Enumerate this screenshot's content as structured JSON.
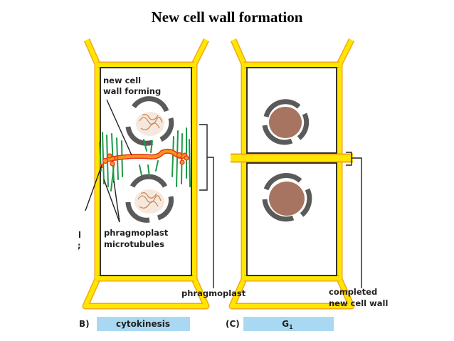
{
  "title": "New cell wall formation",
  "labels": {
    "new_cell_wall_forming_line1": "new cell",
    "new_cell_wall_forming_line2": "wall forming",
    "phragmoplast_microtubules_line1": "phragmoplast",
    "phragmoplast_microtubules_line2": "microtubules",
    "phragmoplast": "phragmoplast",
    "completed_new_cell_wall_line1": "completed",
    "completed_new_cell_wall_line2": "new cell wall",
    "cropped_left_glyph_1": "l",
    "cropped_left_glyph_2": ";"
  },
  "panels": [
    {
      "letter": "B)",
      "stage": "cytokinesis"
    },
    {
      "letter": "(C)",
      "stage": "G",
      "stage_subscript": "1"
    }
  ],
  "colors": {
    "wall_yellow": "#ffe600",
    "wall_orange": "#f3a71b",
    "nucleus_brown": "#a67460",
    "stage_bar": "#a9d9f2",
    "microtubule_green": "#1e9a45",
    "cell_plate_orange": "#f7941d",
    "cell_plate_red": "#e8341c",
    "leader_line": "#231f20"
  }
}
